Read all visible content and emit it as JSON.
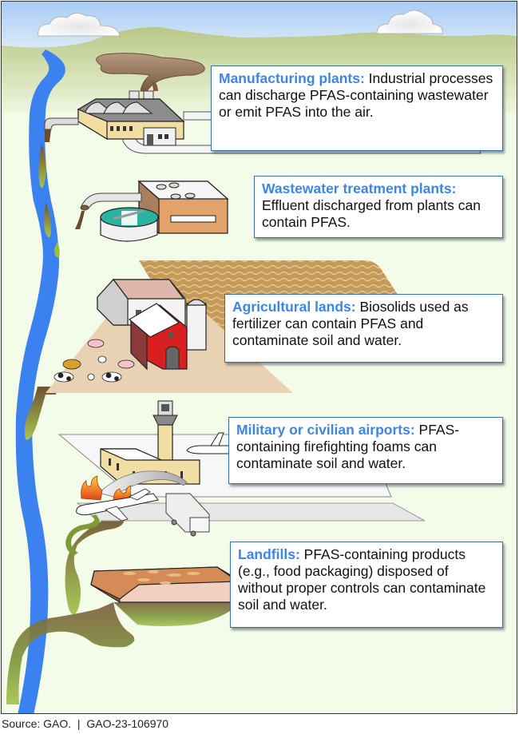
{
  "colors": {
    "sky_top": "#a9cdf5",
    "hills": "#bccb8f",
    "ground": "#f3fbe9",
    "river": "#3b82f0",
    "contaminant_dark": "#7a5a3a",
    "contaminant_green": "#9bbc45",
    "heading_blue": "#3d86e6",
    "callout_border": "#3a6fa8"
  },
  "callouts": [
    {
      "id": "manufacturing",
      "heading": "Manufacturing plants:",
      "body": " Industrial processes can discharge PFAS-containing wastewater or emit PFAS into the air."
    },
    {
      "id": "wastewater",
      "heading": "Wastewater treatment plants:",
      "body": " Effluent discharged from plants can contain PFAS."
    },
    {
      "id": "agricultural",
      "heading": "Agricultural lands:",
      "body": " Biosolids used as fertilizer can contain PFAS and contaminate soil and water."
    },
    {
      "id": "airports",
      "heading": "Military or civilian airports:",
      "body": " PFAS-containing firefighting foams can contaminate soil and water."
    },
    {
      "id": "landfills",
      "heading": "Landfills:",
      "body": " PFAS-containing products (e.g., food packaging) disposed of without proper controls can contaminate soil and water."
    }
  ],
  "illustrations": {
    "manufacturing": "factory with smokestacks and discharge pipe",
    "wastewater": "treatment plant with clarifier tank",
    "agricultural": "farm with barn, silo, livestock and plowed field",
    "airports": "control tower, aircraft fire and fire truck spraying foam",
    "landfills": "landfill slab leaching into groundwater"
  },
  "footer": {
    "source": "Source: GAO.  |  GAO-23-106970"
  }
}
